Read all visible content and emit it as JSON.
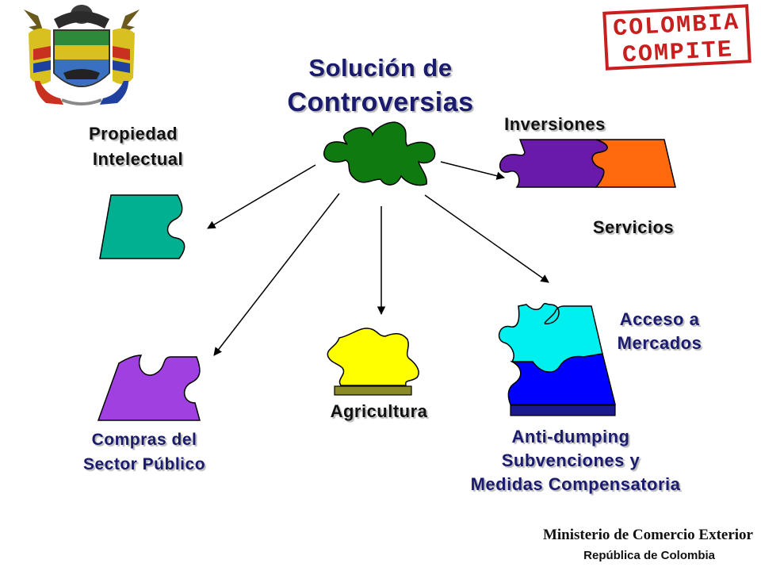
{
  "title": [
    "Solución de",
    "Controversias"
  ],
  "logo": {
    "stamp_lines": [
      "COLOMBIA",
      "COMPITE"
    ],
    "coat_of_arms": "colombia-coat-of-arms"
  },
  "labels": {
    "propiedad": [
      "Propiedad",
      "Intelectual"
    ],
    "inversiones": "Inversiones",
    "servicios": "Servicios",
    "acceso": [
      "Acceso a",
      "Mercados"
    ],
    "agricultura": "Agricultura",
    "compras": [
      "Compras del",
      "Sector Público"
    ],
    "antidumping": [
      "Anti-dumping",
      "Subvenciones y",
      "Medidas Compensatoria"
    ]
  },
  "footer": {
    "ministry": "Ministerio de Comercio Exterior",
    "country": "República de Colombia"
  },
  "colors": {
    "center_piece": "#0f7a0f",
    "propiedad_piece": "#00b090",
    "inversiones_piece": "#6a1aa8",
    "servicios_piece": "#ff6a0f",
    "compras_piece": "#a040e0",
    "agricultura_piece": "#ffff00",
    "acceso_piece": "#00f0f0",
    "antidumping_piece": "#0000ff",
    "title_text": "#1a1a6e"
  }
}
